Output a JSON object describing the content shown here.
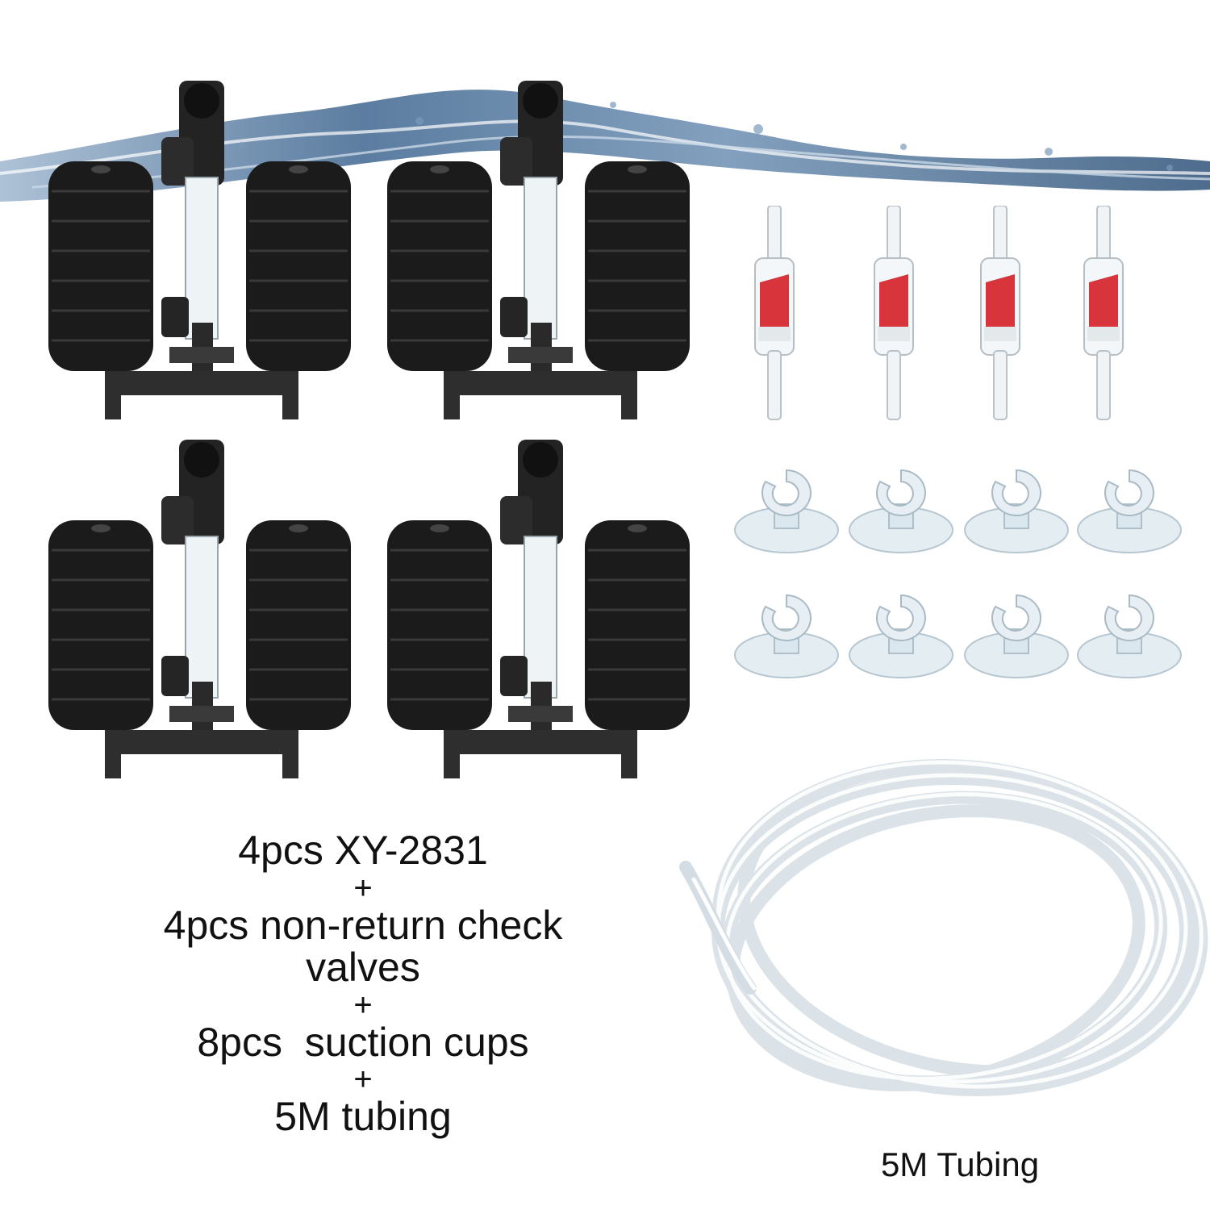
{
  "product": {
    "kit_lines": [
      "4pcs XY-2831",
      "+",
      "4pcs non-return check",
      "valves",
      "+",
      "8pcs  suction cups",
      "+",
      "5M tubing"
    ],
    "tubing_label": "5M Tubing"
  },
  "colors": {
    "sponge": "#1b1b1b",
    "valve_red": "#d8343b",
    "water": "#5a7fa8",
    "cup": "#dfeaf0",
    "tubing": "#e9eef1"
  },
  "icons": [
    "water-wave-icon",
    "sponge-filter-icon",
    "check-valve-icon",
    "suction-cup-icon",
    "air-tubing-icon"
  ]
}
